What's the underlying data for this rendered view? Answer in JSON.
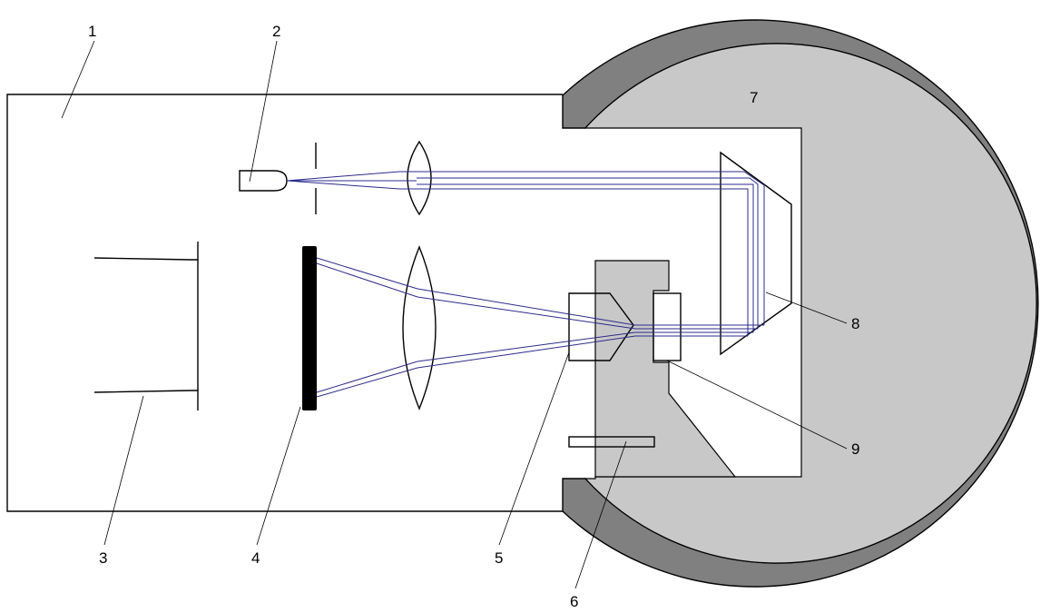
{
  "colors": {
    "background": "#ffffff",
    "outline": "#000000",
    "housing_dark": "#808080",
    "housing_light": "#c8c8c8",
    "light_ray": "#2b2b8c",
    "screen": "#000000"
  },
  "callouts": [
    {
      "id": "1",
      "text": "1"
    },
    {
      "id": "2",
      "text": "2"
    },
    {
      "id": "3",
      "text": "3"
    },
    {
      "id": "4",
      "text": "4"
    },
    {
      "id": "5",
      "text": "5"
    },
    {
      "id": "6",
      "text": "6"
    },
    {
      "id": "7",
      "text": "7"
    },
    {
      "id": "8",
      "text": "8"
    },
    {
      "id": "9",
      "text": "9"
    }
  ]
}
